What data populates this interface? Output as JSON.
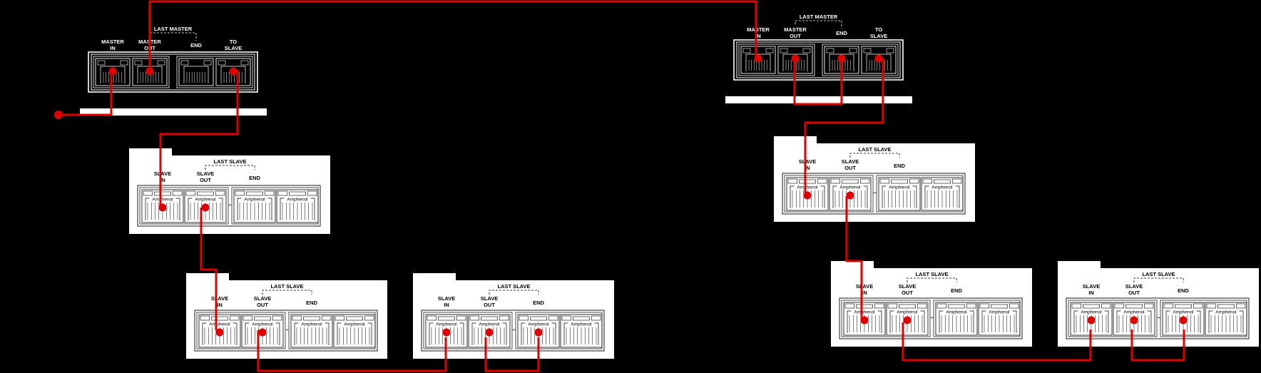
{
  "colors": {
    "background": "#000000",
    "cable": "#e00000",
    "panel": "#ffffff"
  },
  "master_labels": {
    "last_master": "LAST MASTER",
    "master_in": [
      "MASTER",
      "IN"
    ],
    "master_out": [
      "MASTER",
      "OUT"
    ],
    "end": "END",
    "to_slave": [
      "TO",
      "SLAVE"
    ]
  },
  "slave_labels": {
    "last_slave": "LAST SLAVE",
    "slave_in": [
      "SLAVE",
      "IN"
    ],
    "slave_out": [
      "SLAVE",
      "OUT"
    ],
    "end": "END"
  },
  "jack_brand": "Amphenol",
  "masters": [
    {
      "name": "master-left",
      "connected": [
        true,
        true,
        false,
        true
      ]
    },
    {
      "name": "master-right",
      "connected": [
        true,
        true,
        true,
        true
      ]
    }
  ],
  "slaves": [
    {
      "name": "slave-left-1",
      "connected": [
        true,
        true,
        false,
        false
      ]
    },
    {
      "name": "slave-left-2",
      "connected": [
        true,
        true,
        false,
        false
      ]
    },
    {
      "name": "slave-left-3",
      "connected": [
        true,
        true,
        true,
        false
      ]
    },
    {
      "name": "slave-right-1",
      "connected": [
        true,
        true,
        false,
        false
      ]
    },
    {
      "name": "slave-right-2",
      "connected": [
        true,
        true,
        false,
        false
      ]
    },
    {
      "name": "slave-right-3",
      "connected": [
        true,
        true,
        true,
        false
      ]
    }
  ],
  "cables": [
    {
      "name": "cable-loop-master-out-to-right-master-in"
    },
    {
      "name": "cable-left-master-in-feed"
    },
    {
      "name": "cable-left-master-to-slave-1"
    },
    {
      "name": "cable-left-slave-1-to-slave-2"
    },
    {
      "name": "cable-left-slave-2-to-slave-3"
    },
    {
      "name": "cable-left-slave-3-terminator"
    },
    {
      "name": "cable-right-master-terminator"
    },
    {
      "name": "cable-right-master-to-slave-1"
    },
    {
      "name": "cable-right-slave-1-to-slave-2"
    },
    {
      "name": "cable-right-slave-2-to-slave-3"
    },
    {
      "name": "cable-right-slave-3-terminator"
    }
  ]
}
